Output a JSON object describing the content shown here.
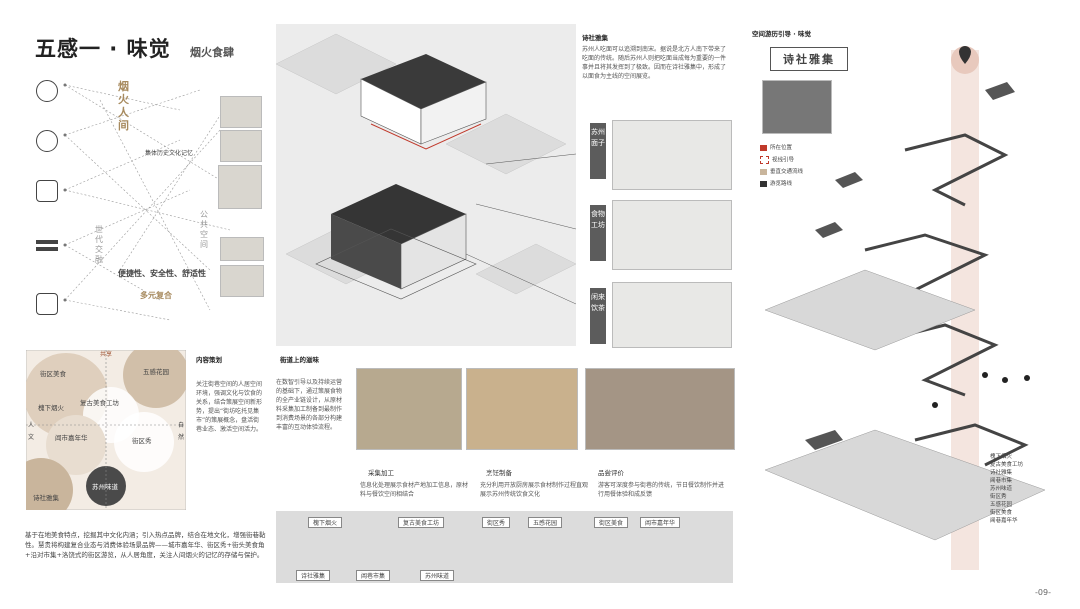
{
  "header": {
    "title": "五感一 · 味觉",
    "subtitle": "烟火食肆"
  },
  "left_diagram": {
    "labels_brown": [
      "烟火人间",
      "集体历史文化记忆",
      "多元复合",
      "便捷性、安全性、舒适性"
    ],
    "labels_gray": [
      "世代交融",
      "公共空间"
    ]
  },
  "quadrant": {
    "top": "共享",
    "left_top": "人",
    "left_bottom": "文",
    "right_top": "自",
    "right_bottom": "然",
    "labels": [
      "街区美食",
      "五感花园",
      "槐下烟火",
      "复古美食工坊",
      "阊市嘉年华",
      "街区秀",
      "苏州味道",
      "诗社雅集"
    ]
  },
  "content_plan": {
    "heading": "内容策划",
    "body": "关注街巷空间的人居空间环境，强调文化与饮食的关系，结合策展空间新形势，提出“街坊吃托见集市”的策展概念，盘活街巷业态、激活空间活力。"
  },
  "bottom_text": "基于在地美食特点，挖掘其中文化内涵；引入热点品牌，结合在地文化，增强街巷黏性。慧贵将构建复合业态与消费体验场景品牌——城市嘉年华、街区秀+街头美食角+沿对市集+洛饶式的街区游览，从人居角度，关注人间烟火的记忆的存储与保护。",
  "street_eat": {
    "heading": "街道上的滋味",
    "body": "在数智引导以及持续运营的基础下，通过策展食物的全产业链设计，从原材料采集加工制备到最制作到消费场景的各部分构建丰富的互动体验流程。"
  },
  "steps": [
    {
      "label": "采集加工",
      "desc": "信息化处理展示食材产地加工信息，原材料与餐饮空间相结合"
    },
    {
      "label": "烹饪制备",
      "desc": "充分利用开放厨房展示食材制作过程直观展示苏州传统饮食文化"
    },
    {
      "label": "品尝评价",
      "desc": "游客可深度参与街巷的传统，节日餐饮制作并进行用餐体验和成反馈"
    }
  ],
  "shi_she": {
    "heading": "诗社雅集",
    "body": "苏州人吃面可以追溯到南宋。据说是北方人南下带来了吃面的传统。随后苏州人则把吃面当成每为重要的一件事并且将其发挥到了极致。因而在诗社雅集中，形成了以面食为主线的空间展览。"
  },
  "panel_labels": [
    "苏州面子",
    "食物工坊",
    "闲来饮茶"
  ],
  "bottom_strip": {
    "tags_top": [
      "槐下烟火",
      "复古美食工坊",
      "街区秀",
      "五感花园",
      "街区美食",
      "阊市嘉年华"
    ],
    "tags_bottom": [
      "诗社雅集",
      "阊巷市集",
      "苏州味道"
    ]
  },
  "right": {
    "heading": "空间游历引导 · 味觉",
    "sign": "诗社雅集",
    "legend": [
      "所在位置",
      "视线引导",
      "垂直交通流线",
      "游览路线"
    ],
    "route": [
      "槐下烟火",
      "复古美食工坊",
      "诗社雅集",
      "阊巷市集",
      "苏州味道",
      "街区秀",
      "五感花园",
      "街区美食",
      "阊巷嘉年华"
    ],
    "page": "-09-"
  },
  "colors": {
    "brown": "#a78a5e",
    "tan": "#dfcfbd",
    "dark": "#4a4a4a"
  }
}
